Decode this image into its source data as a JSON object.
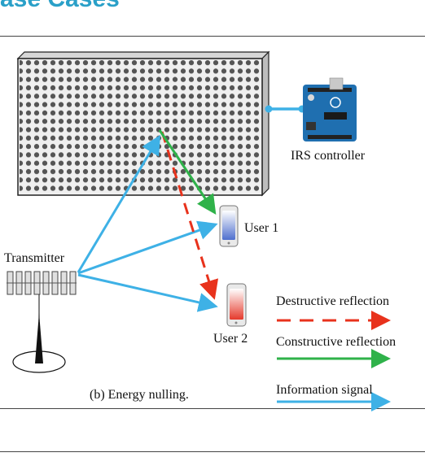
{
  "page": {
    "heading_fragment": "ase Cases"
  },
  "diagram": {
    "controller_label": "IRS controller",
    "transmitter_label": "Transmitter",
    "user1_label": "User 1",
    "user2_label": "User 2",
    "caption": "(b) Energy nulling.",
    "legend": [
      {
        "label": "Destructive reflection",
        "color": "#e8321c",
        "style": "dashed"
      },
      {
        "label": "Constructive reflection",
        "color": "#2fb24a",
        "style": "solid"
      },
      {
        "label": "Information signal",
        "color": "#3eb1e6",
        "style": "solid"
      }
    ],
    "colors": {
      "irs_panel_border": "#222222",
      "signal_blue": "#3eb1e6",
      "destructive_red": "#e8321c",
      "constructive_green": "#2fb24a",
      "phone_user1": "#5b7fd4",
      "phone_user2": "#e8453c",
      "arduino_board": "#1f6fb0"
    }
  }
}
